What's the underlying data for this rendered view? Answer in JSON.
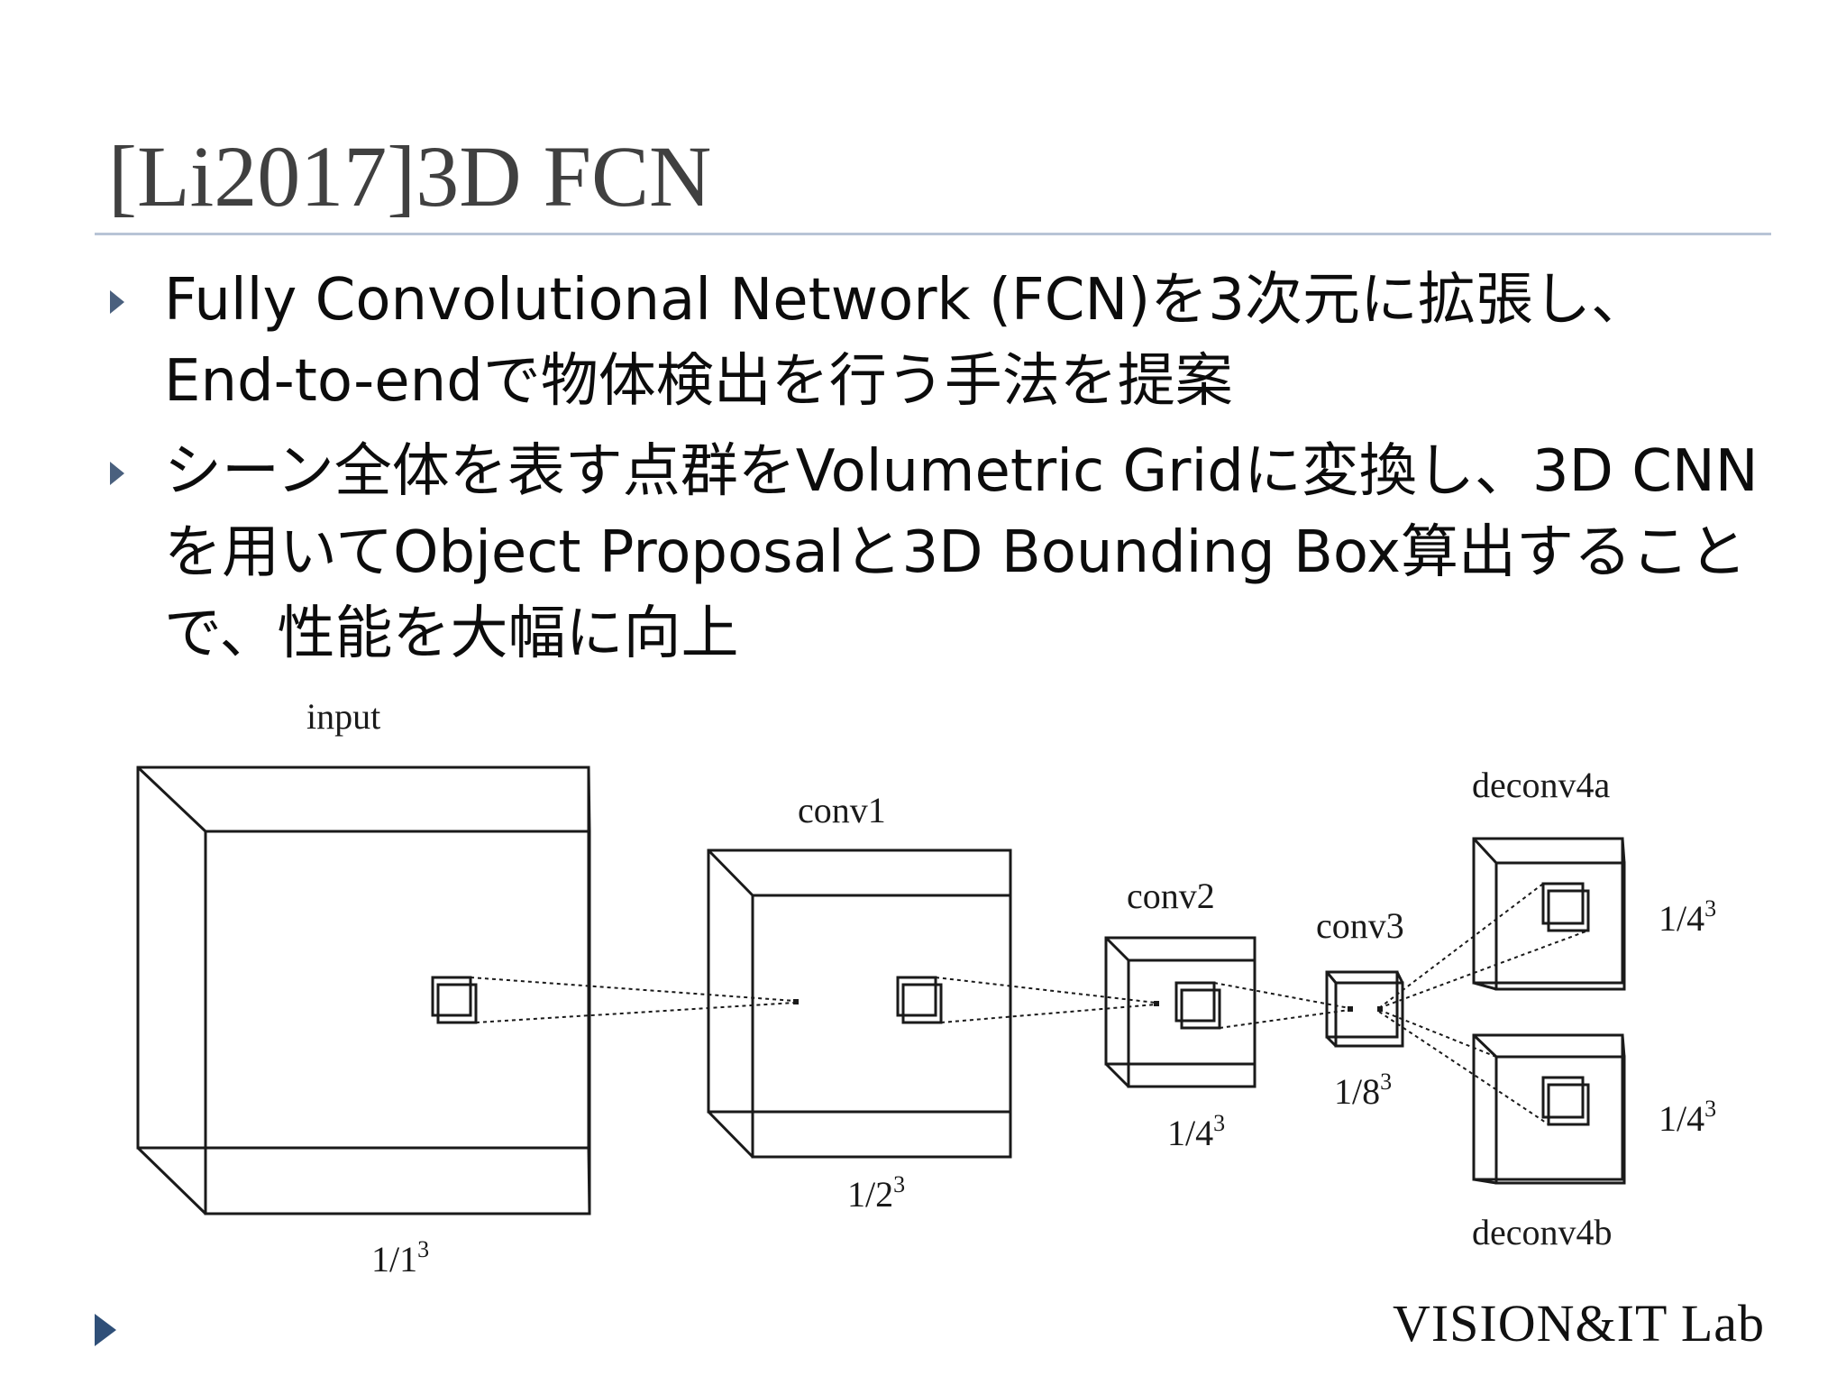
{
  "slide": {
    "title": "[Li2017]3D FCN",
    "bullets": [
      {
        "text": "Fully Convolutional Network (FCN)を3次元に拡張し、End-to-endで物体検出を行う手法を提案"
      },
      {
        "text": "シーン全体を表す点群をVolumetric Gridに変換し、3D CNNを用いてObject Proposalと3D Bounding Box算出することで、性能を大幅に向上"
      }
    ]
  },
  "figure": {
    "labels": {
      "input": "input",
      "conv1": "conv1",
      "conv2": "conv2",
      "conv3": "conv3",
      "deconv4a": "deconv4a",
      "deconv4b": "deconv4b"
    },
    "scales": {
      "input": {
        "base": "1/1",
        "exp": "3"
      },
      "conv1": {
        "base": "1/2",
        "exp": "3"
      },
      "conv2": {
        "base": "1/4",
        "exp": "3"
      },
      "conv3": {
        "base": "1/8",
        "exp": "3"
      },
      "deconv4a": {
        "base": "1/4",
        "exp": "3"
      },
      "deconv4b": {
        "base": "1/4",
        "exp": "3"
      }
    }
  },
  "footer": {
    "logo": "VISION&IT Lab"
  },
  "colors": {
    "title": "#404040",
    "rule": "#b8c4d6",
    "bullet": "#4a607e",
    "footer_marker": "#2f4f78"
  }
}
